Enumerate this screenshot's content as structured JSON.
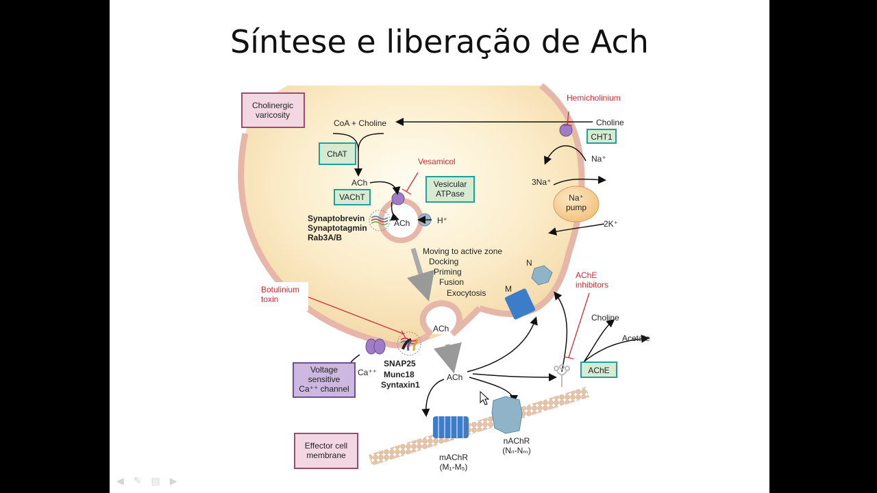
{
  "slide": {
    "title": "Síntese e liberação de Ach"
  },
  "diagram": {
    "boxes": {
      "varicosity": "Cholinergic\nvaricosity",
      "chat": "ChAT",
      "vacht": "VAChT",
      "vesicular_atpase": "Vesicular\nATPase",
      "cht1": "CHT1",
      "ca_channel": "Voltage\nsensitive\nCa⁺⁺ channel",
      "ache": "AChE",
      "effector": "Effector cell\nmembrane"
    },
    "labels": {
      "coa_choline": "CoA + Choline",
      "choline_out": "Choline",
      "hemicholinium": "Hemicholinium",
      "na": "Na⁺",
      "three_na": "3Na⁺",
      "na_pump": "Na⁺\npump",
      "two_k": "2K⁺",
      "ach_top": "ACh",
      "vesamicol": "Vesamicol",
      "ach_vesicle": "ACh",
      "h_plus": "H⁺",
      "synaptobrevin": "Synaptobrevin",
      "synaptotagmin": "Synaptotagmin",
      "rab": "Rab3A/B",
      "steps": [
        "Moving to active zone",
        "Docking",
        "Priming",
        "Fusion",
        "Exocytosis"
      ],
      "botulinium": "Botulinium\ntoxin",
      "ach_fusion": "ACh",
      "ca": "Ca⁺⁺",
      "snap25": "SNAP25",
      "munc18": "Munc18",
      "syntaxin": "Syntaxin1",
      "ach_cleft": "ACh",
      "n_receptor": "N",
      "m_receptor": "M",
      "ache_inhibitors": "AChE\ninhibitors",
      "choline_product": "Choline",
      "acetate": "Acetate",
      "machr": "mAChR\n(M₁-M₅)",
      "nachr": "nAChR\n(Nₙ-Nₘ)"
    },
    "colors": {
      "green": "#6aa84f",
      "red": "#d42a36",
      "blue": "#2e7bbf",
      "purple": "#7b4ea3",
      "orange": "#e8a317",
      "receptor": "#3c7cc8",
      "nicotinic": "#8fb4c8"
    }
  },
  "controls": [
    "prev-icon",
    "pen-icon",
    "menu-icon",
    "next-icon"
  ]
}
